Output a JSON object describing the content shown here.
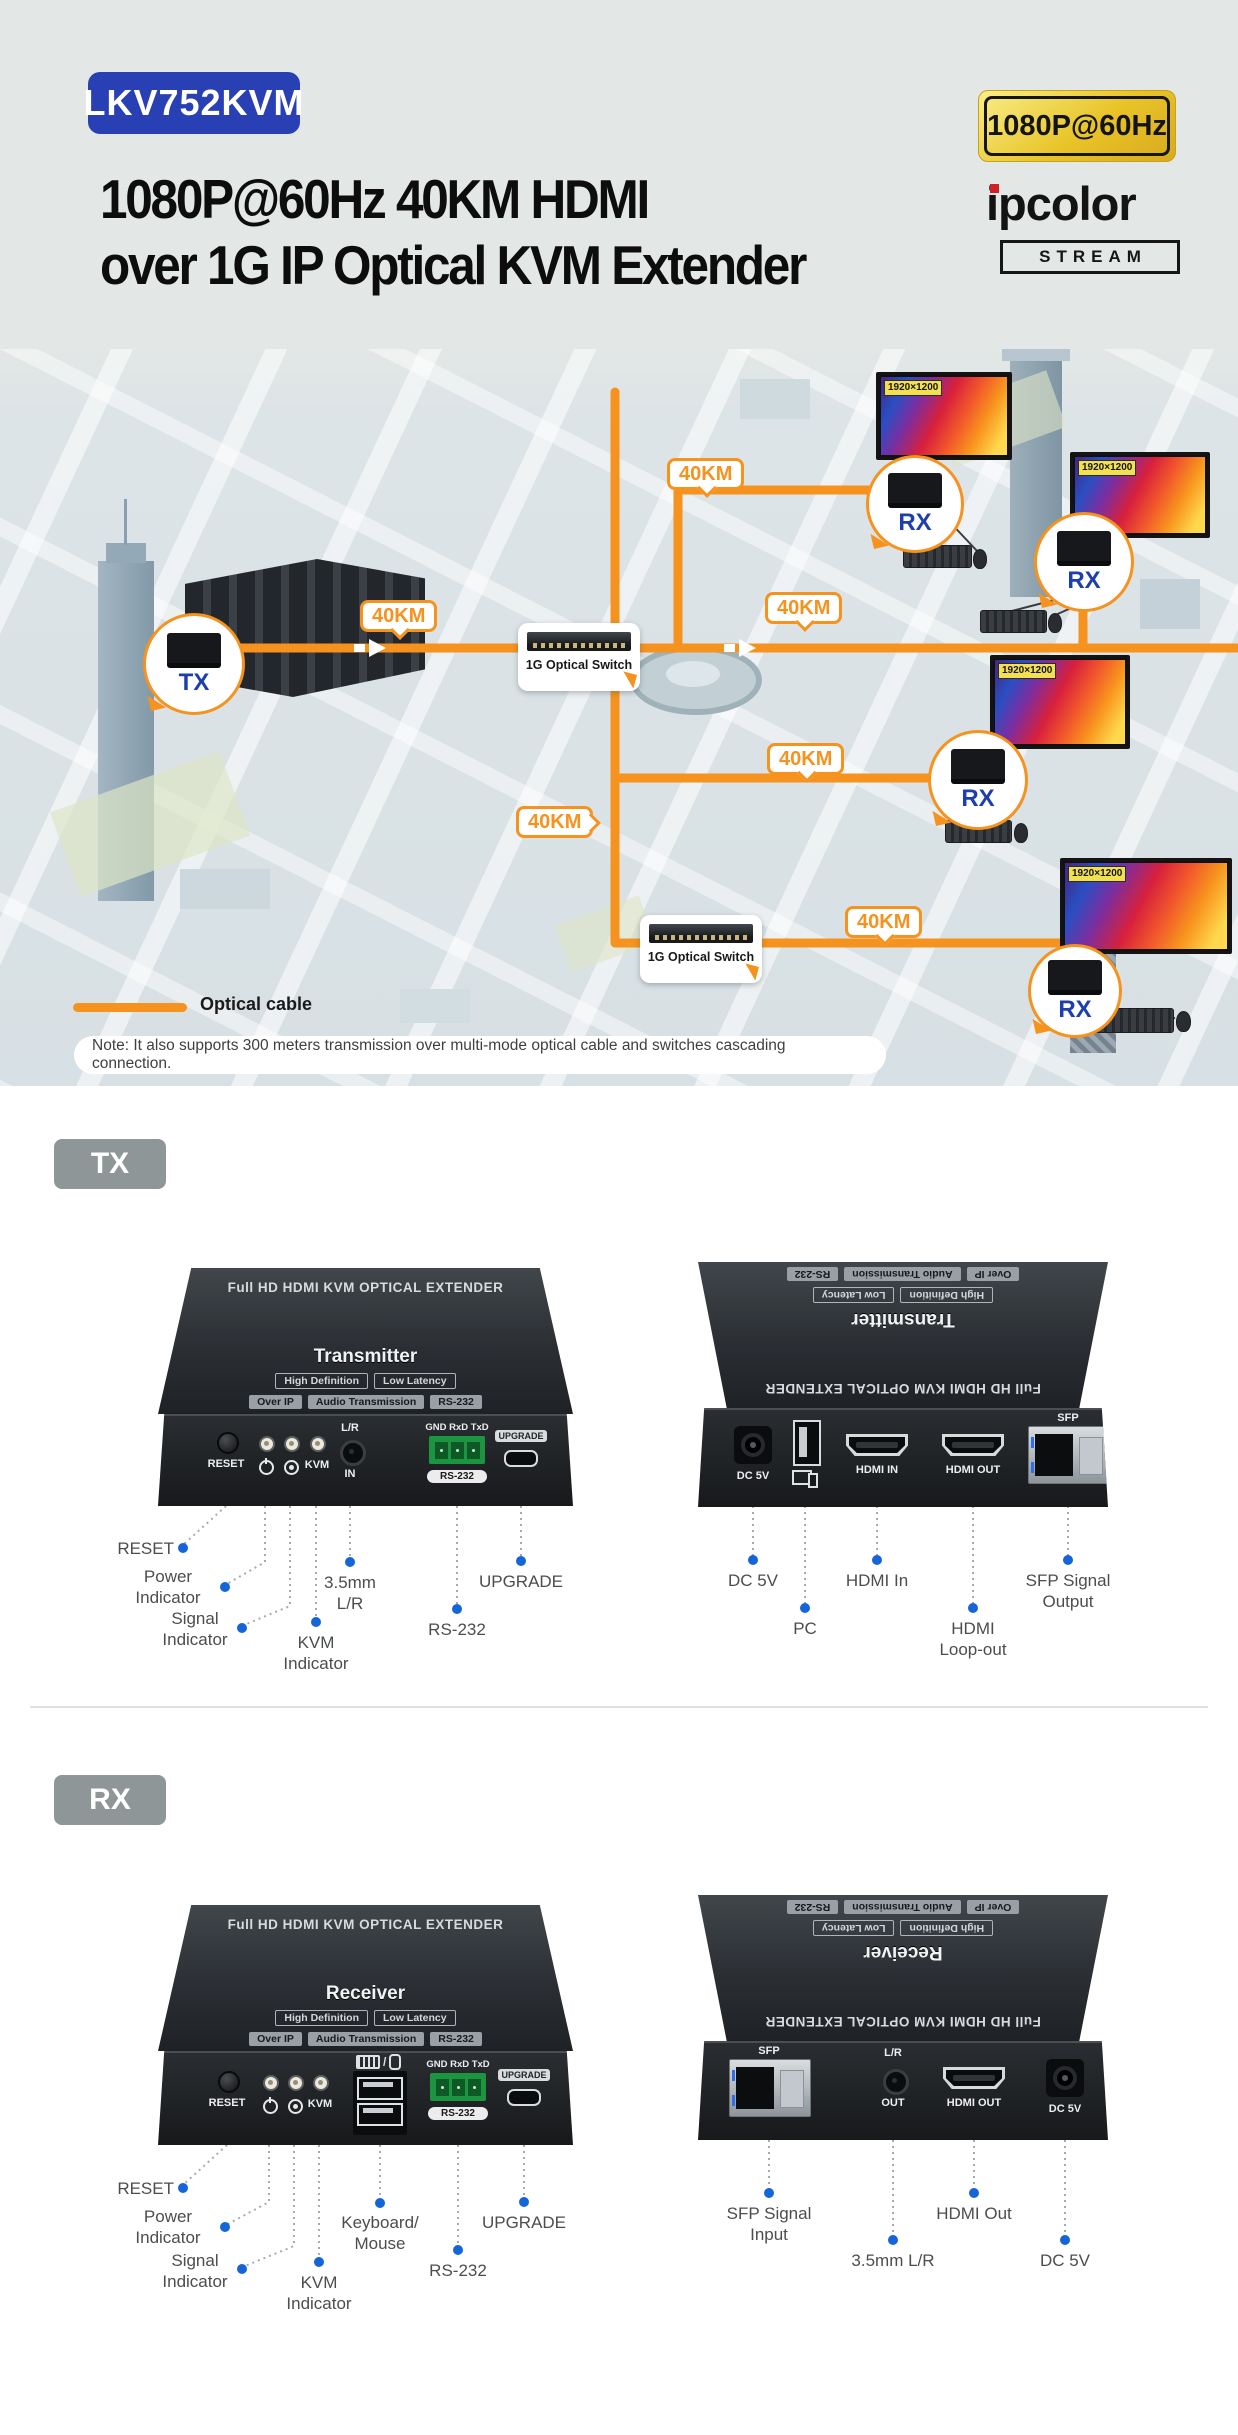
{
  "header": {
    "model": "LKV752KVM",
    "title_line1": "1080P@60Hz 40KM HDMI",
    "title_line2": "over 1G IP Optical KVM Extender",
    "resolution_badge": "1080P@60Hz",
    "brand": "ipcolor",
    "brand_tagline": "STREAM"
  },
  "diagram": {
    "distance_label": "40KM",
    "tx_label": "TX",
    "rx_label": "RX",
    "switch_label": "1G Optical Switch",
    "monitor_resolution": "1920×1200",
    "legend_label": "Optical cable",
    "note": "Note: It also supports 300 meters transmission over multi-mode optical cable and switches cascading connection."
  },
  "sections": {
    "tx_badge": "TX",
    "rx_badge": "RX"
  },
  "device_top": {
    "product_title": "Full HD HDMI KVM OPTICAL EXTENDER",
    "tx_role": "Transmitter",
    "rx_role": "Receiver",
    "features_row1": [
      "High Definition",
      "Low Latency"
    ],
    "features_row2": [
      "Over IP",
      "Audio Transmission",
      "RS-232"
    ]
  },
  "panel_labels": {
    "reset": "RESET",
    "kvm": "KVM",
    "lr": "L/R",
    "jack_in": "IN",
    "jack_out": "OUT",
    "serial_pins": "GND RxD TxD",
    "serial": "RS-232",
    "upgrade": "UPGRADE",
    "dc": "DC 5V",
    "hdmi_in": "HDMI IN",
    "hdmi_out": "HDMI OUT",
    "sfp": "SFP"
  },
  "callouts": {
    "tx_front": [
      "RESET",
      "Power\nIndicator",
      "Signal\nIndicator",
      "KVM\nIndicator",
      "3.5mm\nL/R",
      "RS-232",
      "UPGRADE"
    ],
    "tx_rear": [
      "DC 5V",
      "PC",
      "HDMI In",
      "HDMI\nLoop-out",
      "SFP Signal\nOutput"
    ],
    "rx_front": [
      "RESET",
      "Power\nIndicator",
      "Signal\nIndicator",
      "KVM\nIndicator",
      "Keyboard/\nMouse",
      "RS-232",
      "UPGRADE"
    ],
    "rx_rear": [
      "SFP Signal\nInput",
      "3.5mm L/R",
      "HDMI Out",
      "DC 5V"
    ]
  }
}
